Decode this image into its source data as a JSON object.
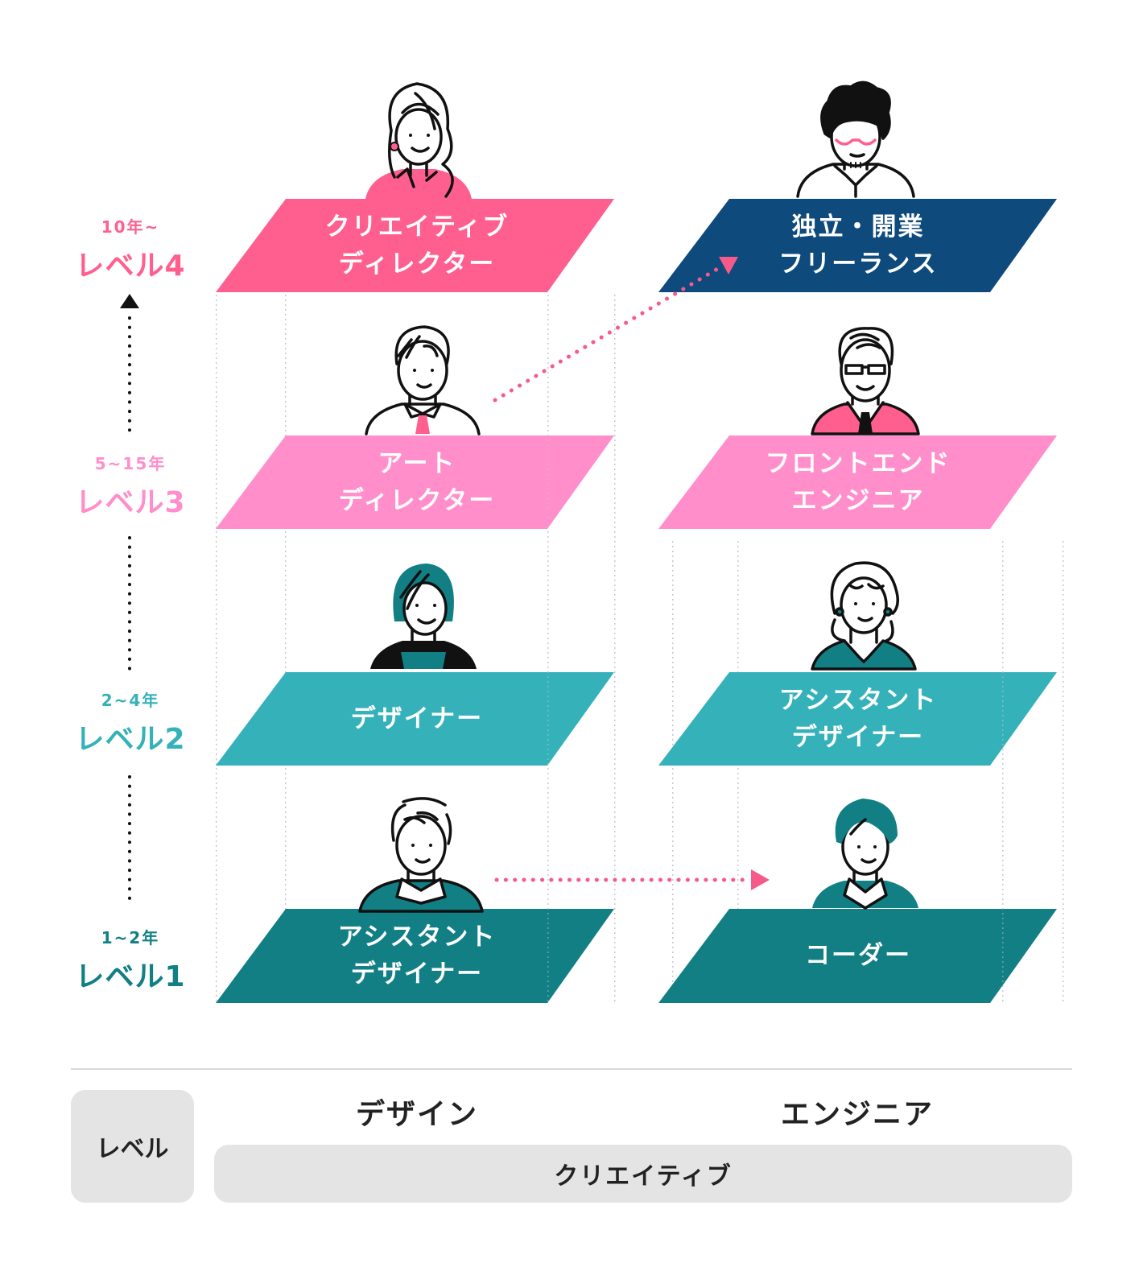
{
  "colors": {
    "level4": "#ff5f8f",
    "level3": "#ff8ecb",
    "level2": "#35b1ba",
    "level1": "#117f84",
    "freelance": "#0e4a7c",
    "arrow_pink": "#f65a8a",
    "guide_gray": "#c8c8c8",
    "pill_gray": "#e4e4e4"
  },
  "levels": [
    {
      "years": "10年~",
      "name": "レベル4",
      "color": "#ff5f8f"
    },
    {
      "years": "5~15年",
      "name": "レベル3",
      "color": "#ff8ecb"
    },
    {
      "years": "2~4年",
      "name": "レベル2",
      "color": "#35b1ba"
    },
    {
      "years": "1~2年",
      "name": "レベル1",
      "color": "#117f84"
    }
  ],
  "design": {
    "heading": "デザイン",
    "roles": [
      {
        "level": 4,
        "lines": [
          "クリエイティブ",
          "ディレクター"
        ],
        "icon": "female-director-avatar-icon"
      },
      {
        "level": 3,
        "lines": [
          "アート",
          "ディレクター"
        ],
        "icon": "male-tie-avatar-icon"
      },
      {
        "level": 2,
        "lines": [
          "デザイナー"
        ],
        "icon": "female-bob-avatar-icon"
      },
      {
        "level": 1,
        "lines": [
          "アシスタント",
          "デザイナー"
        ],
        "icon": "male-young-avatar-icon"
      }
    ]
  },
  "engineer": {
    "heading": "エンジニア",
    "roles": [
      {
        "level": 4,
        "lines": [
          "独立・開業",
          "フリーランス"
        ],
        "icon": "curly-glasses-avatar-icon"
      },
      {
        "level": 3,
        "lines": [
          "フロントエンド",
          "エンジニア"
        ],
        "icon": "senior-glasses-avatar-icon"
      },
      {
        "level": 2,
        "lines": [
          "アシスタント",
          "デザイナー"
        ],
        "icon": "female-wavy-avatar-icon"
      },
      {
        "level": 1,
        "lines": [
          "コーダー"
        ],
        "icon": "male-teal-hair-avatar-icon"
      }
    ]
  },
  "footer": {
    "level_label": "レベル",
    "category_label": "クリエイティブ"
  },
  "icons": {
    "level_up_arrow": "up-arrow-icon",
    "career_path_arrows": [
      "diagonal-arrow-icon",
      "horizontal-arrow-icon"
    ]
  }
}
